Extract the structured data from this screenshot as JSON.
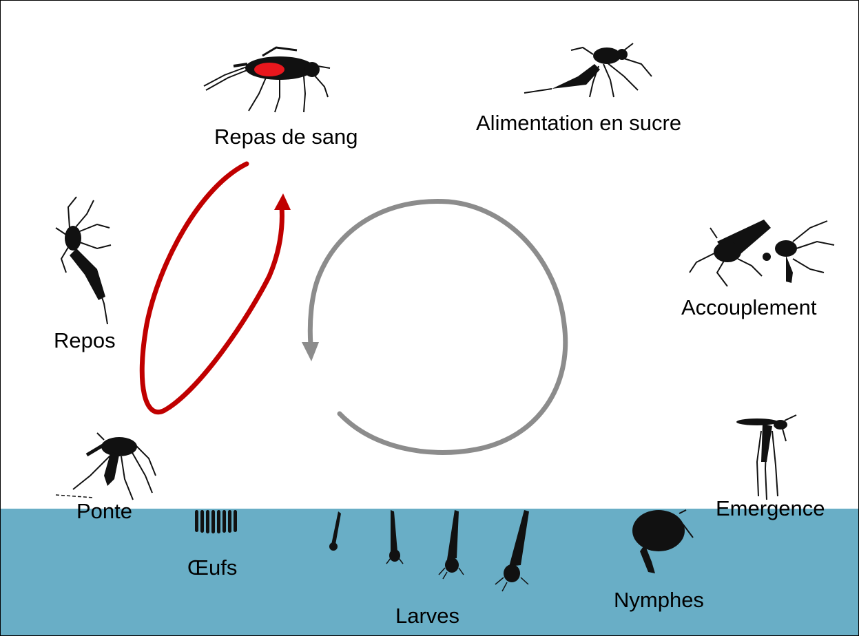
{
  "labels": {
    "repas_de_sang": "Repas de sang",
    "alimentation_en_sucre": "Alimentation en sucre",
    "repos": "Repos",
    "accouplement": "Accouplement",
    "ponte": "Ponte",
    "emergence": "Emergence",
    "oeufs": "Œufs",
    "larves": "Larves",
    "nymphes": "Nymphes"
  },
  "colors": {
    "water": "#69aec6",
    "gonotrophic_cycle_arrow": "#c00000",
    "life_cycle_arrow": "#8c8c8c",
    "blood": "#e8171d",
    "silhouette": "#111111"
  },
  "icons": [
    "mosquito-blood-meal-icon",
    "mosquito-sugar-feeding-icon",
    "mosquito-resting-icon",
    "mosquitoes-mating-icon",
    "mosquito-egg-laying-icon",
    "mosquito-emerging-icon",
    "egg-raft-icon",
    "larva-icon",
    "pupa-icon"
  ]
}
